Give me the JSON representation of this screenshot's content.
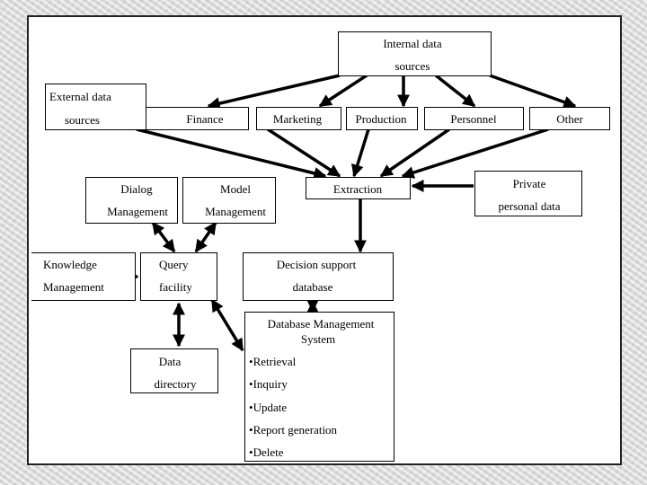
{
  "diagram": {
    "internal_data_sources": {
      "line1": "Internal data",
      "line2": "sources"
    },
    "external_data_sources": {
      "line1": "External data",
      "line2": "sources"
    },
    "internal_categories": {
      "finance": "Finance",
      "marketing": "Marketing",
      "production": "Production",
      "personnel": "Personnel",
      "other": "Other"
    },
    "private_personal_data": {
      "line1": "Private",
      "line2": "personal data"
    },
    "extraction": "Extraction",
    "dialog_management": {
      "line1": "Dialog",
      "line2": "Management"
    },
    "model_management": {
      "line1": "Model",
      "line2": "Management"
    },
    "knowledge_management": {
      "line1": "Knowledge",
      "line2": "Management"
    },
    "query_facility": {
      "line1": "Query",
      "line2": "facility"
    },
    "decision_support_database": {
      "line1": "Decision support",
      "line2": "database"
    },
    "data_directory": {
      "line1": "Data",
      "line2": "directory"
    },
    "dbms": {
      "title_line1": "Database Management",
      "title_line2": "System",
      "functions": [
        "Retrieval",
        "Inquiry",
        "Update",
        "Report generation",
        "Delete"
      ]
    }
  }
}
